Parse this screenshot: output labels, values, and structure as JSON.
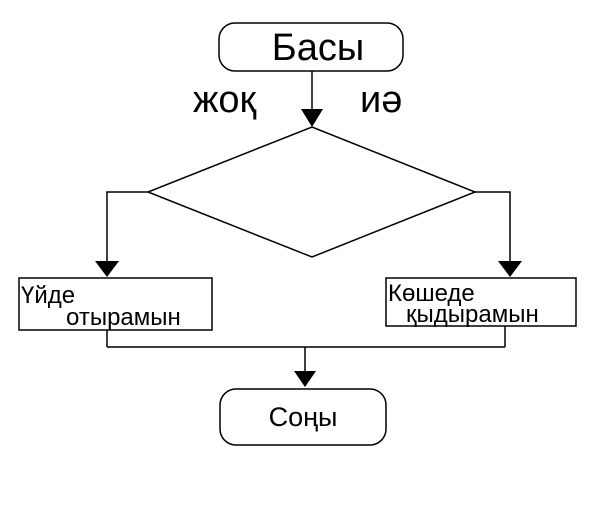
{
  "flowchart": {
    "start_label": "Басы",
    "no_label": "жоқ",
    "yes_label": "иә",
    "left_box": {
      "line1": "Үйде",
      "line2": "отырамын"
    },
    "right_box": {
      "line1": "Көшеде",
      "line2": "қыдырамын"
    },
    "end_label": "Соңы",
    "colors": {
      "stroke": "#000000",
      "fill": "#ffffff"
    }
  }
}
